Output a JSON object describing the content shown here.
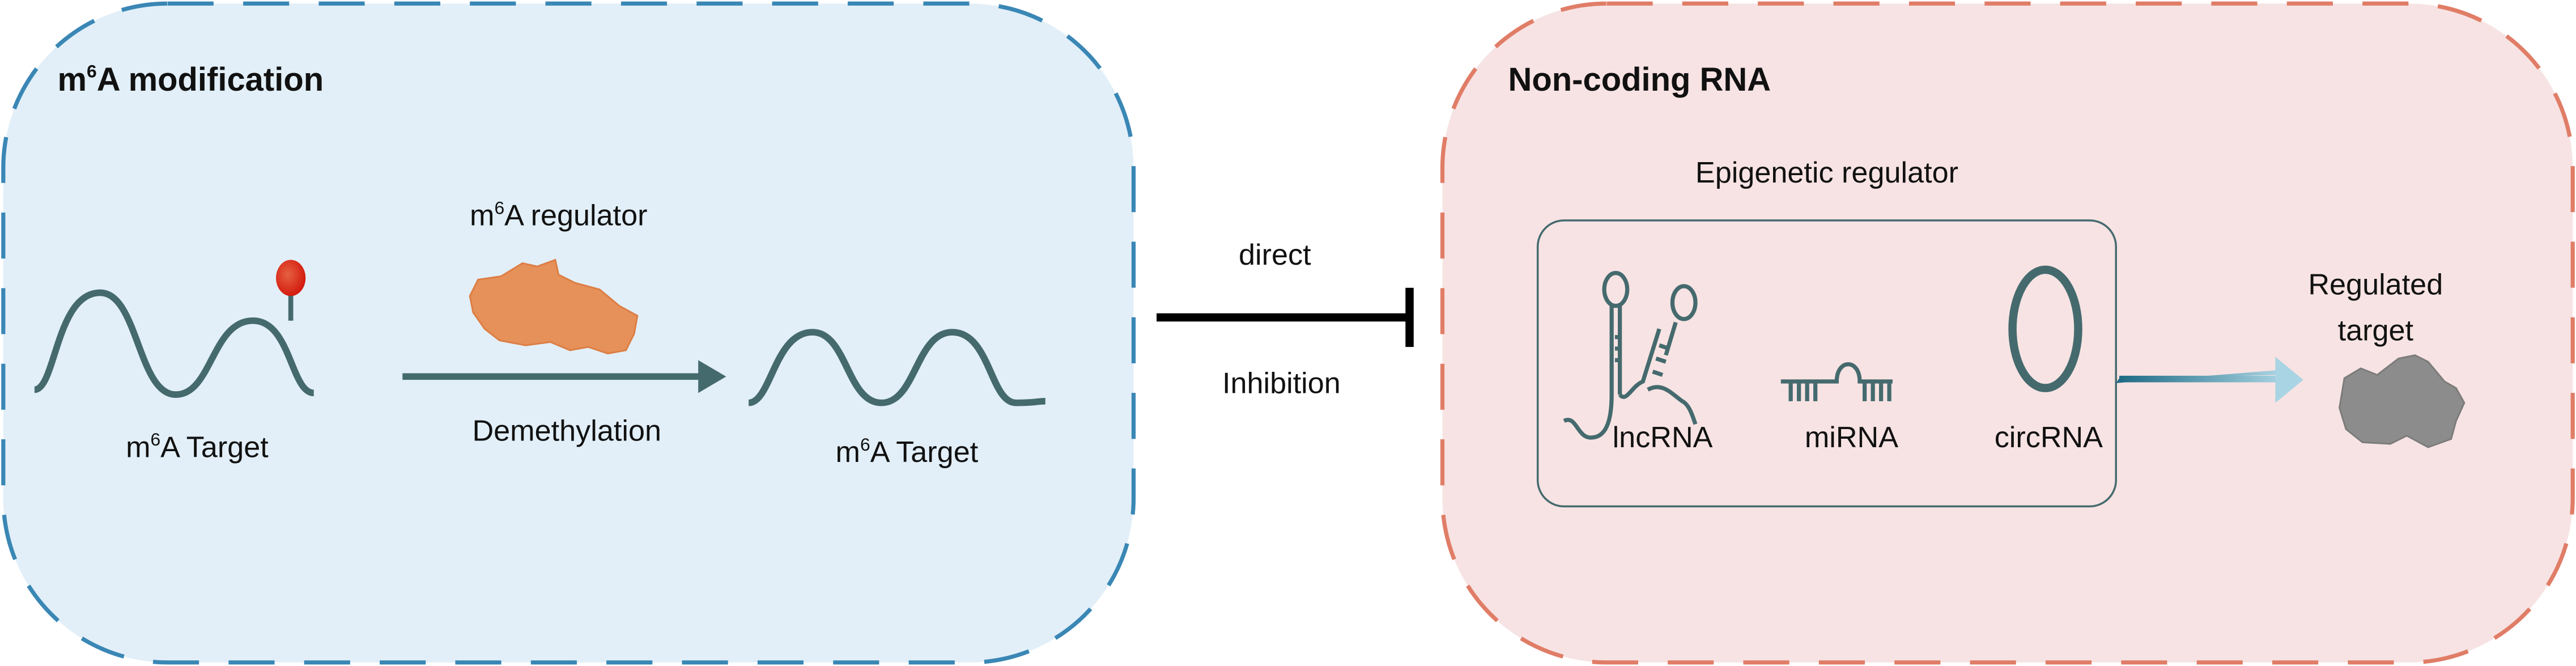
{
  "left_panel": {
    "title_base": "m",
    "title_sup": "6",
    "title_rest": "A modification",
    "regulator": {
      "base": "m",
      "sup": "6",
      "rest": "A regulator"
    },
    "process_label": "Demethylation",
    "target_before": {
      "base": "m",
      "sup": "6",
      "rest": "A Target"
    },
    "target_after": {
      "base": "m",
      "sup": "6",
      "rest": "A Target"
    },
    "colors": {
      "fill": "#e2eff8",
      "border": "#3a87b5",
      "rna": "#456a6e",
      "methyl": "#e0301e",
      "protein": "#e59159"
    }
  },
  "connector": {
    "top_label": "direct",
    "bottom_label": "Inhibition",
    "type": "inhibition"
  },
  "right_panel": {
    "title": "Non-coding RNA",
    "group_label": "Epigenetic regulator",
    "items": [
      {
        "label": "lncRNA",
        "icon": "lncrna-hairpin-icon"
      },
      {
        "label": "miRNA",
        "icon": "mirna-duplex-icon"
      },
      {
        "label": "circRNA",
        "icon": "circrna-ring-icon"
      }
    ],
    "target_label_line1": "Regulated",
    "target_label_line2": "target",
    "colors": {
      "fill": "#f7e3e3",
      "border": "#e07d67",
      "rna": "#456a6e",
      "target": "#8c8c8c"
    }
  }
}
